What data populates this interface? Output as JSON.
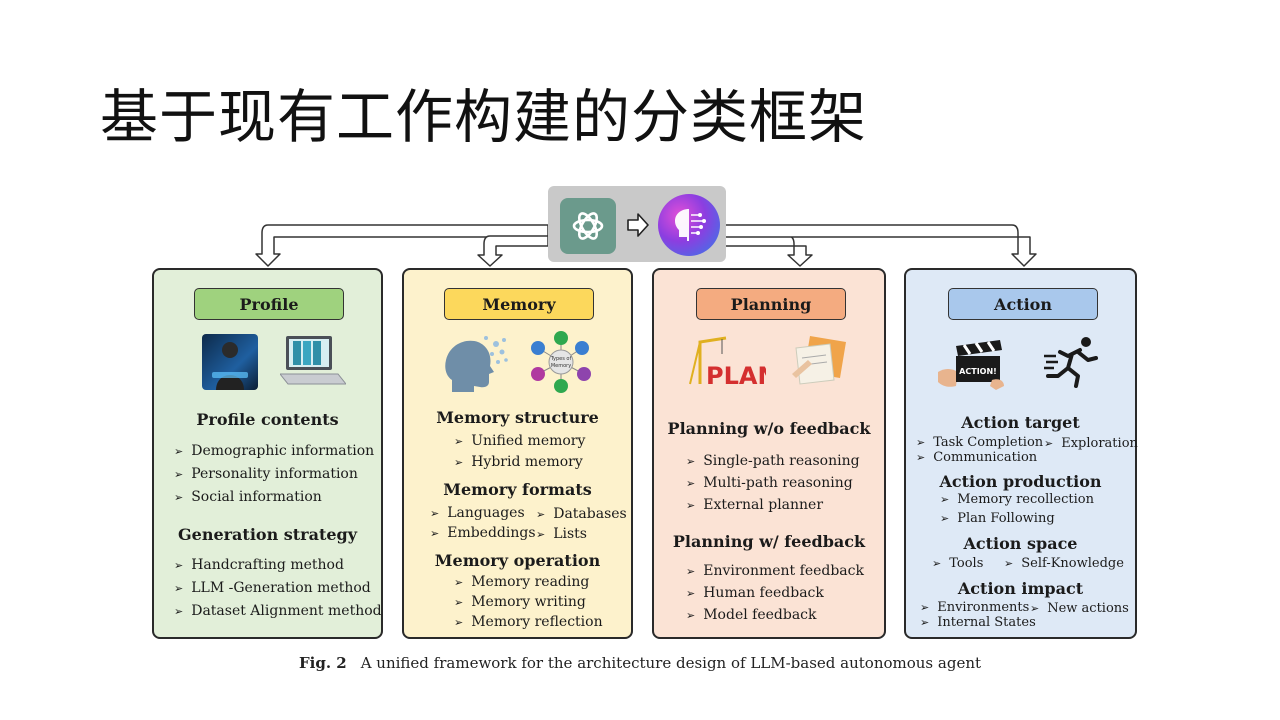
{
  "slide": {
    "title": "基于现有工作构建的分类框架"
  },
  "caption": {
    "label": "Fig. 2",
    "text": "A unified framework for the architecture design of LLM-based autonomous agent"
  },
  "profile": {
    "title": "Profile",
    "contents_heading": "Profile contents",
    "contents": [
      "Demographic information",
      "Personality information",
      "Social information"
    ],
    "strategy_heading": "Generation strategy",
    "strategy": [
      "Handcrafting method",
      "LLM -Generation method",
      "Dataset Alignment method"
    ]
  },
  "memory": {
    "title": "Memory",
    "types_label": "Types of Memory",
    "structure_heading": "Memory structure",
    "structure": [
      "Unified memory",
      "Hybrid memory"
    ],
    "formats_heading": "Memory formats",
    "formats": [
      "Languages",
      "Databases",
      "Embeddings",
      "Lists"
    ],
    "operation_heading": "Memory operation",
    "operation": [
      "Memory reading",
      "Memory writing",
      "Memory reflection"
    ]
  },
  "planning": {
    "title": "Planning",
    "plan_label": "PLAN",
    "wo_heading": "Planning w/o feedback",
    "wo": [
      "Single-path reasoning",
      "Multi-path reasoning",
      "External planner"
    ],
    "w_heading": "Planning w/ feedback",
    "w": [
      "Environment feedback",
      "Human feedback",
      "Model feedback"
    ]
  },
  "action": {
    "title": "Action",
    "clapper_label": "ACTION!",
    "target_heading": "Action target",
    "target": [
      "Task Completion",
      "Exploration",
      "Communication"
    ],
    "production_heading": "Action production",
    "production": [
      "Memory recollection",
      "Plan Following"
    ],
    "space_heading": "Action space",
    "space": [
      "Tools",
      "Self-Knowledge"
    ],
    "impact_heading": "Action impact",
    "impact": [
      "Environments",
      "New actions",
      "Internal States"
    ]
  },
  "icons": {
    "top_left": "chatgpt-logo-icon",
    "top_middle": "right-arrow-icon",
    "top_right": "ai-brain-icon",
    "bullet": "arrowhead-bullet-icon"
  },
  "colors": {
    "profile": "#e2efd9",
    "profile_pill": "#9fd27e",
    "memory": "#fdf2cc",
    "memory_pill": "#fcd85c",
    "planning": "#fbe3d5",
    "planning_pill": "#f4ab80",
    "action": "#dee9f6",
    "action_pill": "#a9c8ec"
  }
}
